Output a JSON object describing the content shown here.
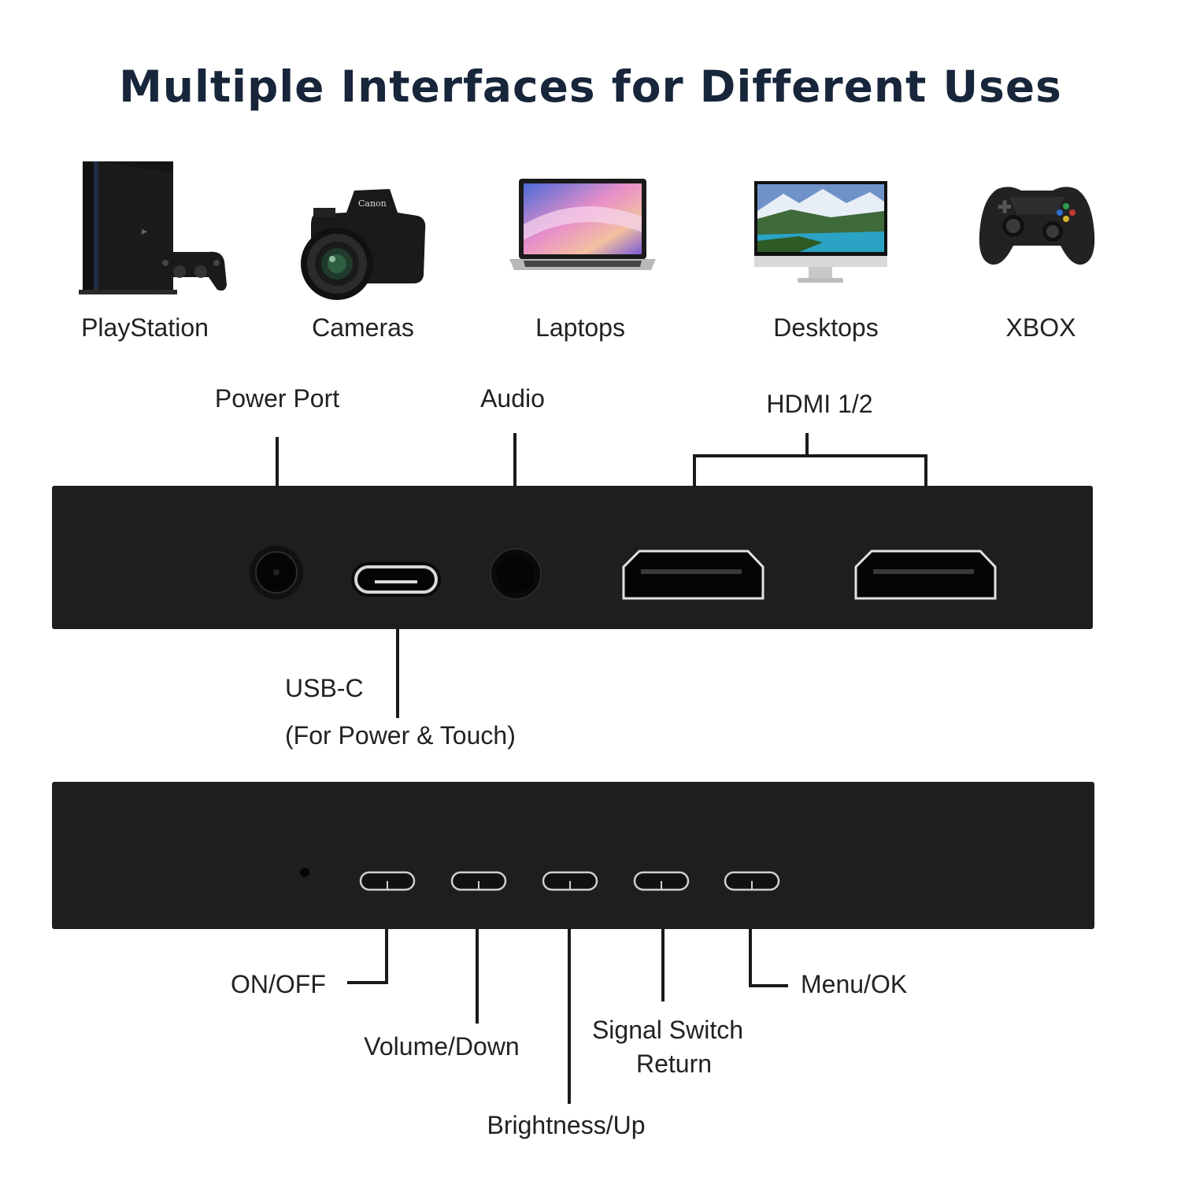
{
  "title": "Multiple Interfaces for Different Uses",
  "devices": [
    {
      "label": "PlayStation",
      "icon": "playstation-icon"
    },
    {
      "label": "Cameras",
      "icon": "camera-icon"
    },
    {
      "label": "Laptops",
      "icon": "laptop-icon"
    },
    {
      "label": "Desktops",
      "icon": "desktop-monitor-icon"
    },
    {
      "label": "XBOX",
      "icon": "game-controller-icon"
    }
  ],
  "ports": {
    "power_port": "Power Port",
    "audio": "Audio",
    "hdmi": "HDMI 1/2",
    "usbc_line1": "USB-C",
    "usbc_line2": "(For Power & Touch)"
  },
  "buttons": {
    "on_off": "ON/OFF",
    "volume_down": "Volume/Down",
    "brightness_up": "Brightness/Up",
    "signal_line1": "Signal Switch",
    "signal_line2": "Return",
    "menu_ok": "Menu/OK"
  },
  "colors": {
    "title": "#17263a",
    "panel": "#1e1e1e",
    "background": "#ffffff"
  }
}
